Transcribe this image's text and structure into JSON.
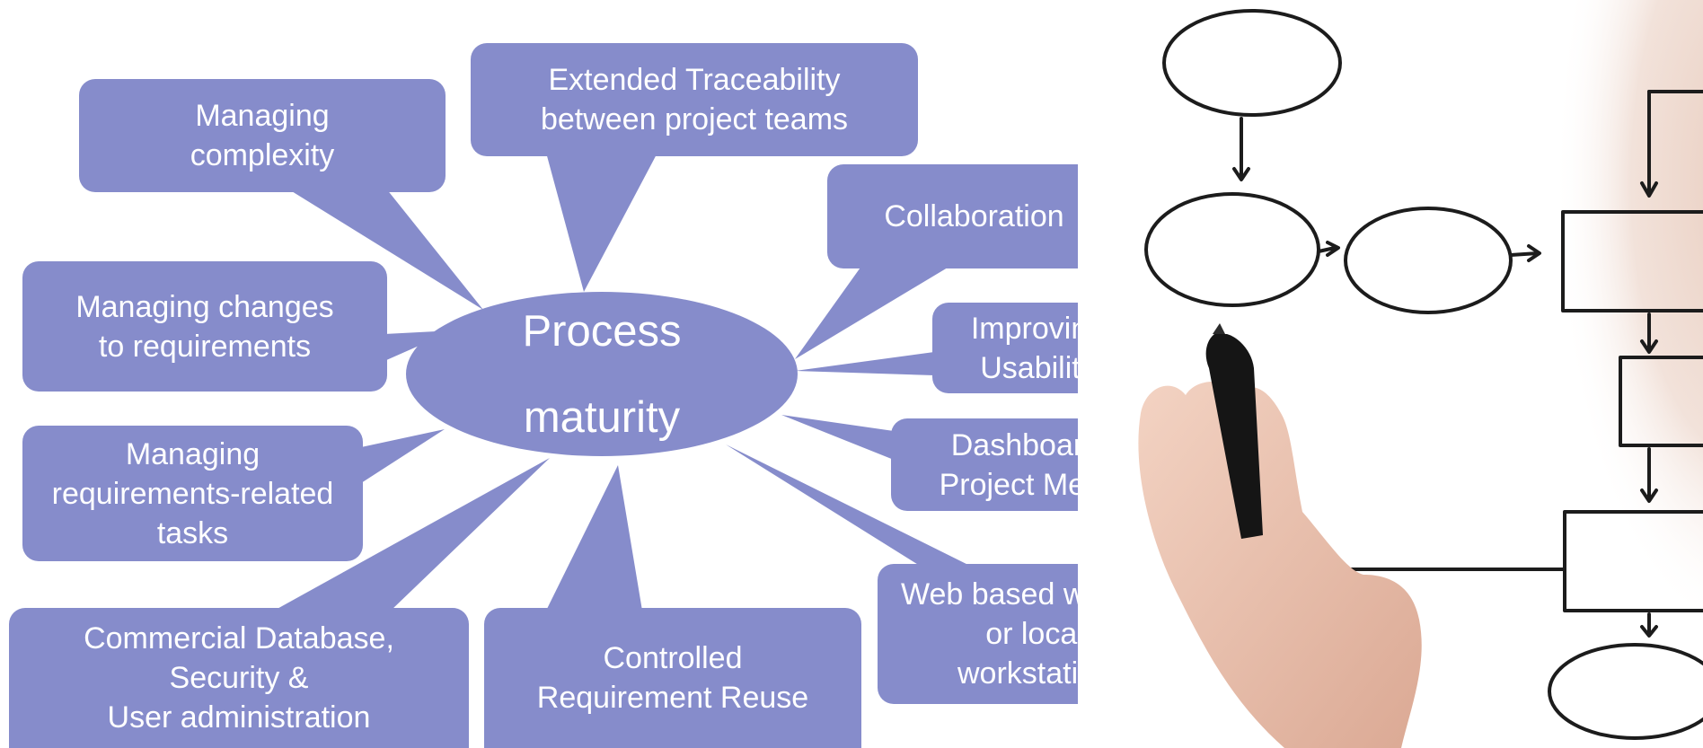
{
  "diagram": {
    "hub": {
      "label": "Process\nmaturity"
    },
    "callouts": [
      {
        "id": "managing-complexity",
        "text": "Managing\ncomplexity"
      },
      {
        "id": "extended-traceability",
        "text": "Extended Traceability\nbetween project teams"
      },
      {
        "id": "collaboration",
        "text": "Collaboration"
      },
      {
        "id": "managing-changes",
        "text": "Managing changes\nto requirements"
      },
      {
        "id": "improving-usability",
        "text": "Improving\nUsability"
      },
      {
        "id": "managing-tasks",
        "text": "Managing\nrequirements-related\ntasks"
      },
      {
        "id": "dashboard",
        "text": "Dashboard &\nProject Metrics"
      },
      {
        "id": "web-based",
        "text": "Web based working\nor local\nworkstation"
      },
      {
        "id": "commercial-database",
        "text": "Commercial Database,\nSecurity &\nUser administration"
      },
      {
        "id": "requirement-reuse",
        "text": "Controlled\nRequirement Reuse"
      }
    ],
    "colors": {
      "shape_fill": "#868ccb",
      "text": "#ffffff",
      "background": "#ffffff"
    }
  }
}
